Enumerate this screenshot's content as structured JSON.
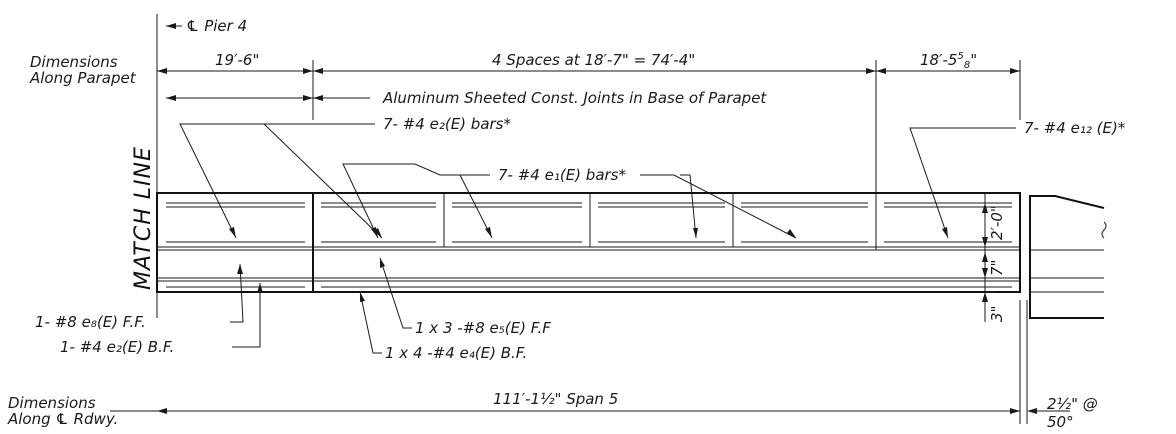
{
  "labels": {
    "pier": "℄ Pier 4",
    "dim_parapet_1": "Dimensions",
    "dim_parapet_2": "Along Parapet",
    "dim_first": "19′-6\"",
    "dim_spaces": "4 Spaces at 18′-7\" = 74′-4\"",
    "dim_last_main": "18′-5",
    "dim_last_sup": "5",
    "dim_last_sub": "8",
    "dim_last_end": "\"",
    "joints": "Aluminum Sheeted Const. Joints in Base of Parapet",
    "match_line": "MATCH LINE",
    "bars_e2": "7- #4 e₂(E) bars*",
    "bars_e1": "7- #4 e₁(E) bars*",
    "bars_e12": "7- #4 e₁₂ (E)*",
    "v_2ft": "2′-0\"",
    "v_7in": "7\"",
    "v_3in": "3\"",
    "bar_e8": "1- #8 e₈(E) F.F.",
    "bar_e2bf": "1- #4 e₂(E) B.F.",
    "bar_e5": "1 x 3 -#8 e₅(E) F.F",
    "bar_e4": "1 x 4 -#4 e₄(E) B.F.",
    "dim_rdwy_1": "Dimensions",
    "dim_rdwy_2": "Along ℄ Rdwy.",
    "span": "111′-1½\" Span 5",
    "skew_1": "2½\" @",
    "skew_2": "50°"
  }
}
